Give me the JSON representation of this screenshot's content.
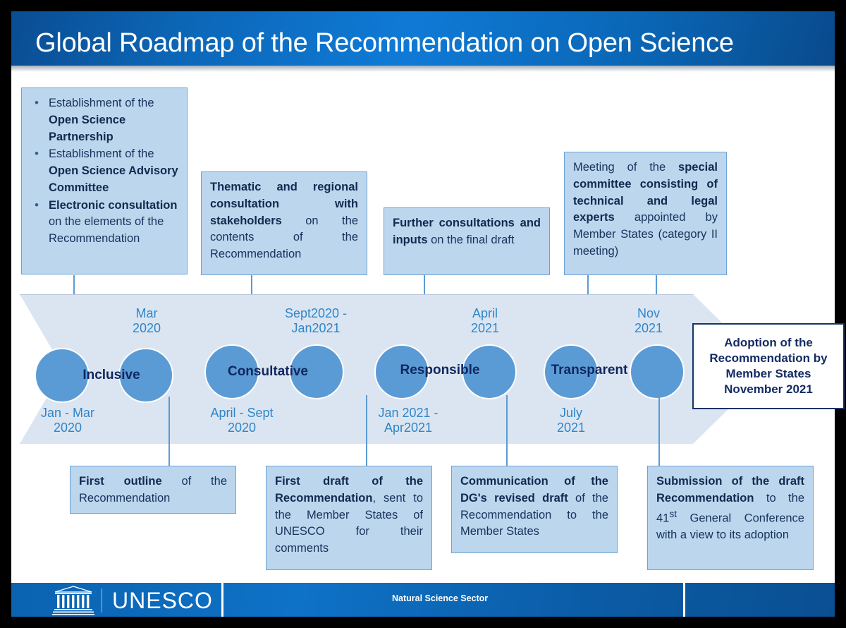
{
  "header": {
    "title": "Global Roadmap of the Recommendation on Open Science"
  },
  "top_boxes": [
    {
      "id": "open-science-partnership",
      "bullets": [
        {
          "lead": "Establishment of the ",
          "bold": "Open Science Partnership",
          "tail": ""
        },
        {
          "lead": "Establishment of the ",
          "bold": "Open Science Advisory Committee",
          "tail": ""
        },
        {
          "lead": "",
          "bold": "Electronic consultation",
          "tail": " on the elements of the Recommendation"
        }
      ]
    },
    {
      "id": "thematic-regional-consultation",
      "bold": "Thematic and regional consultation with stakeholders",
      "tail": " on the contents of the Recommendation"
    },
    {
      "id": "further-consultations",
      "bold": "Further consultations and inputs",
      "tail": " on the final draft"
    },
    {
      "id": "special-committee-meeting",
      "lead": "Meeting of the ",
      "bold": "special committee consisting of technical and legal experts",
      "tail": " appointed by Member States (category II meeting)"
    }
  ],
  "bottom_boxes": [
    {
      "id": "first-outline",
      "bold": "First outline",
      "tail": " of the Recommendation"
    },
    {
      "id": "first-draft",
      "bold": "First draft of the Recommendation",
      "tail": ", sent to the Member States of UNESCO for their comments"
    },
    {
      "id": "dg-revised-draft",
      "bold": "Communication of the DG's revised draft",
      "tail": " of the Recommendation to the Member States"
    },
    {
      "id": "submission-draft",
      "bold": "Submission of the draft Recommendation",
      "tail_a": " to the 41",
      "sup": "st",
      "tail_b": " General Conference with a view to its adoption"
    }
  ],
  "phases": [
    {
      "label": "Inclusive",
      "date_below": "Jan - Mar\n2020",
      "date_above": "Mar\n2020"
    },
    {
      "label": "Consultative",
      "date_below": "April - Sept\n2020",
      "date_above": "Sept2020 -\nJan2021"
    },
    {
      "label": "Responsible",
      "date_below": "Jan 2021 -\nApr2021",
      "date_above": "April\n2021"
    },
    {
      "label": "Transparent",
      "date_below": "July\n2021",
      "date_above": "Nov\n2021"
    }
  ],
  "adoption": {
    "text": "Adoption of the Recommendation by Member States November 2021"
  },
  "footer": {
    "brand": "UNESCO",
    "sector": "Natural Science Sector"
  },
  "colors": {
    "header_blue": "#0f7ad6",
    "band_fill": "#dbe5f2",
    "box_fill": "#bcd6ee",
    "box_border": "#6ba3d6",
    "circle": "#5b9bd5",
    "date_text": "#2f86c7",
    "dark_navy": "#142c63"
  }
}
